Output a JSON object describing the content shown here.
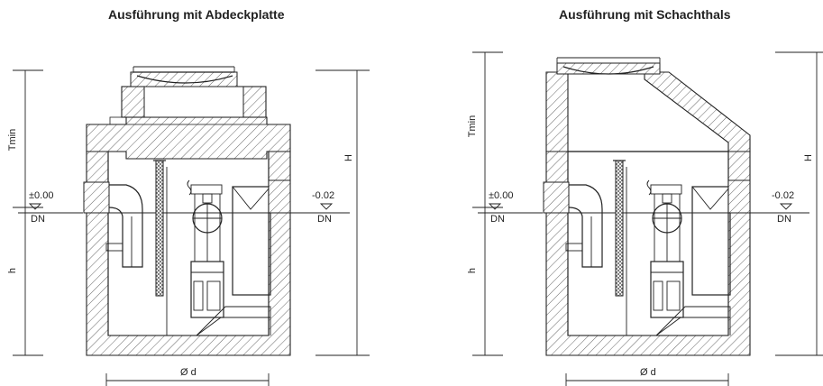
{
  "titles": {
    "left": "Ausführung mit Abdeckplatte",
    "right": "Ausführung mit Schachthals"
  },
  "left": {
    "t_label": "Tmin",
    "h_label": "h",
    "H_label": "H",
    "in_level": "±0.00",
    "in_dn": "DN",
    "out_level": "-0.02",
    "out_dn": "DN",
    "diameter": "Ø d"
  },
  "right": {
    "t_label": "Tmin",
    "h_label": "h",
    "H_label": "H",
    "in_level": "±0.00",
    "in_dn": "DN",
    "out_level": "-0.02",
    "out_dn": "DN",
    "diameter": "Ø d"
  },
  "colors": {
    "line": "#222222",
    "hatch": "#444444",
    "background": "#ffffff"
  }
}
